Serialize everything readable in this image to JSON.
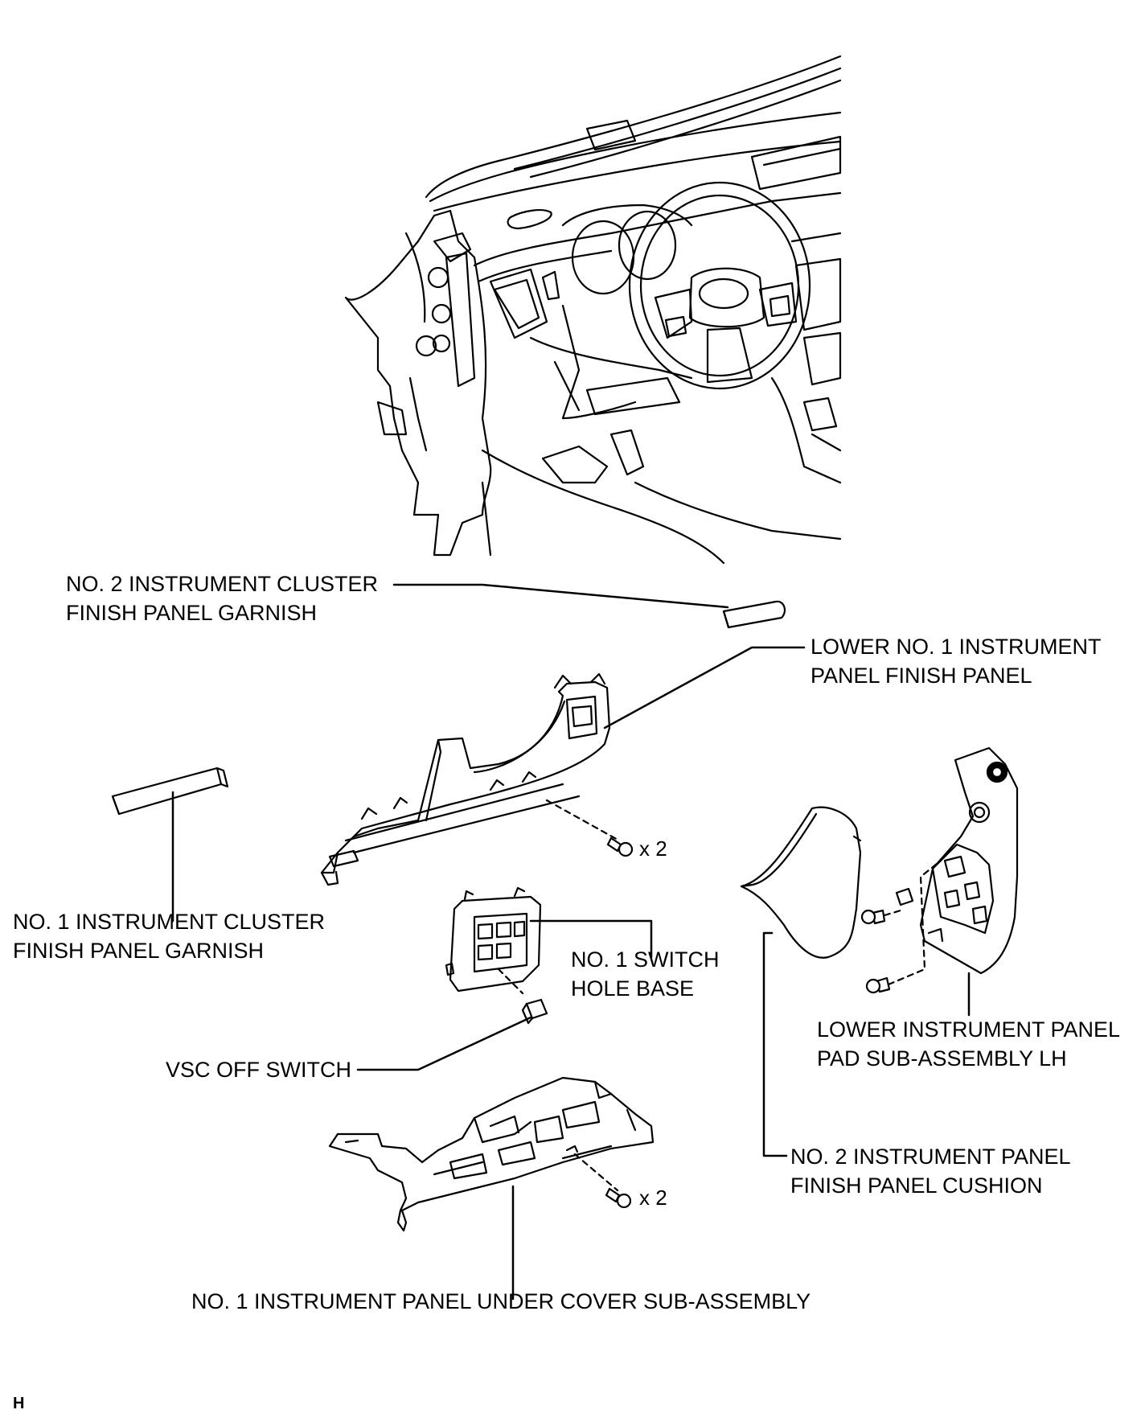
{
  "labels": {
    "no2_cluster_garnish": [
      "NO. 2 INSTRUMENT CLUSTER",
      "FINISH PANEL GARNISH"
    ],
    "lower_no1_finish_panel": [
      "LOWER NO. 1 INSTRUMENT",
      "PANEL FINISH PANEL"
    ],
    "no1_cluster_garnish": [
      "NO. 1 INSTRUMENT CLUSTER",
      "FINISH PANEL GARNISH"
    ],
    "no1_switch_hole_base": [
      "NO. 1 SWITCH",
      "HOLE BASE"
    ],
    "vsc_off_switch": "VSC OFF SWITCH",
    "lower_pad_lh": [
      "LOWER INSTRUMENT PANEL",
      "PAD SUB-ASSEMBLY LH"
    ],
    "no2_finish_cushion": [
      "NO. 2 INSTRUMENT PANEL",
      "FINISH PANEL CUSHION"
    ],
    "under_cover": "NO. 1 INSTRUMENT PANEL UNDER COVER SUB-ASSEMBLY"
  },
  "quantities": {
    "screw_upper": "x 2",
    "screw_lower": "x 2"
  },
  "footer_code": "H",
  "colors": {
    "line": "#000000",
    "background": "#ffffff",
    "part_fill": "#ffffff"
  }
}
